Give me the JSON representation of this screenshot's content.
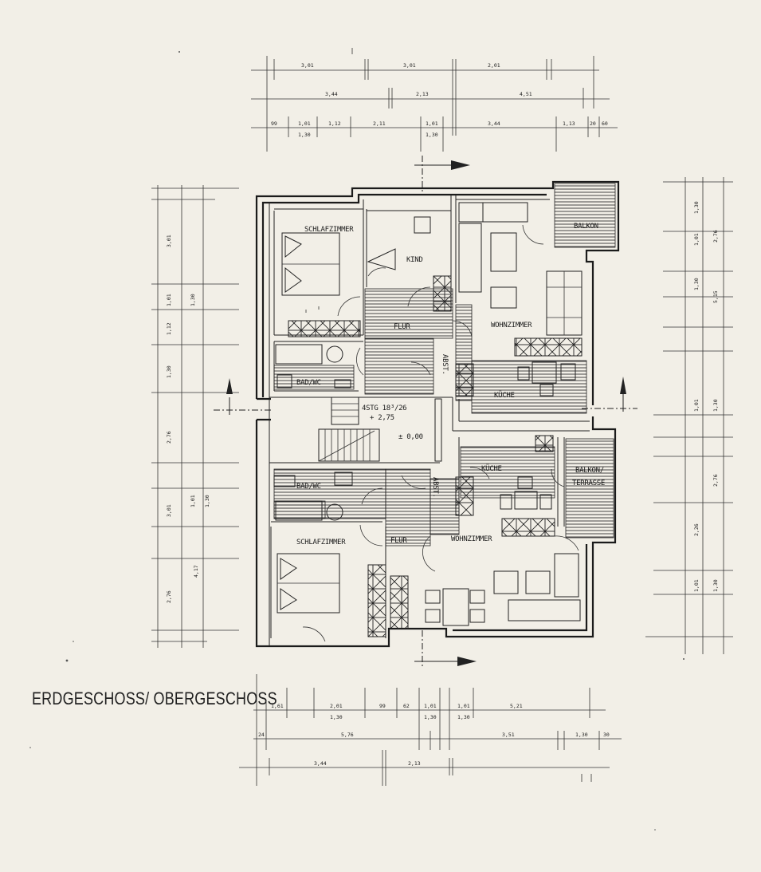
{
  "title": "ERDGESCHOSS/ OBERGESCHOSS",
  "rooms": {
    "schlafzimmer_top": "SCHLAFZIMMER",
    "kind": "KIND",
    "balkon_top": "BALKON",
    "flur_top": "FLUR",
    "wohnzimmer_top": "WOHNZIMMER",
    "bad_top": "BAD/WC",
    "abst_top": "ABST.",
    "kueche_top": "KÜCHE",
    "stairs_info_1": "4STG 18³/26",
    "stairs_info_2": "+ 2,75",
    "level_zero": "± 0,00",
    "kueche_bottom": "KÜCHE",
    "balkon_bottom_1": "BALKON/",
    "balkon_bottom_2": "TERRASSE",
    "bad_bottom": "BAD/WC",
    "abst_bottom": "ABST.",
    "flur_bottom": "FLUR",
    "wohnzimmer_bottom": "WOHNZIMMER",
    "schlafzimmer_bottom": "SCHLAFZIMMER"
  },
  "dimensions": {
    "top_row1": [
      "3,01",
      "3,01",
      "2,01"
    ],
    "top_row2": [
      "3,44",
      "2,13",
      "4,51"
    ],
    "top_row3": [
      "99",
      "1,01",
      "1,30",
      "1,12",
      "2,11",
      "1,01",
      "1,30",
      "3,44",
      "1,13",
      "20",
      "60"
    ],
    "bottom_row1": [
      "1,61",
      "2,01",
      "1,30",
      "99",
      "62",
      "1,01",
      "1,30",
      "1,01",
      "1,30",
      "5,21"
    ],
    "bottom_row2": [
      "24",
      "5,76",
      "3,51",
      "1,30",
      "30"
    ],
    "bottom_row3": [
      "3,44",
      "2,13"
    ],
    "left_col": [
      "3,01",
      "1,01",
      "1,30",
      "1,12",
      "1,30",
      "2,76",
      "3,01",
      "1,01",
      "1,30",
      "2,76",
      "4,17"
    ],
    "right_col": [
      "1,30",
      "2,76",
      "1,01",
      "1,30",
      "5,15",
      "1,01",
      "1,30",
      "2,76",
      "2,26",
      "1,01",
      "1,30"
    ]
  }
}
